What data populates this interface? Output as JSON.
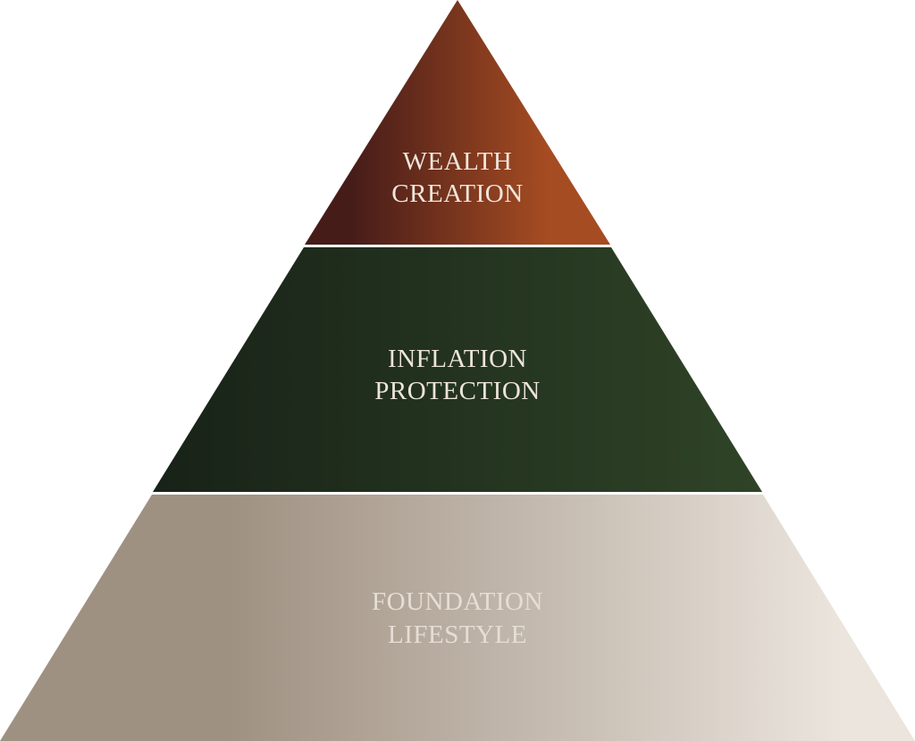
{
  "pyramid": {
    "tiers": [
      {
        "line1": "WEALTH",
        "line2": "CREATION",
        "color_start": "#461c19",
        "color_end": "#a64c22",
        "text_color": "#efe6dc"
      },
      {
        "line1": "INFLATION",
        "line2": "PROTECTION",
        "color_start": "#182218",
        "color_end": "#2f4427",
        "text_color": "#ece4da"
      },
      {
        "line1": "FOUNDATION",
        "line2": "LIFESTYLE",
        "color_start": "#9f9182",
        "color_end": "#ebe5de",
        "text_color": "#e6ded4"
      }
    ]
  }
}
